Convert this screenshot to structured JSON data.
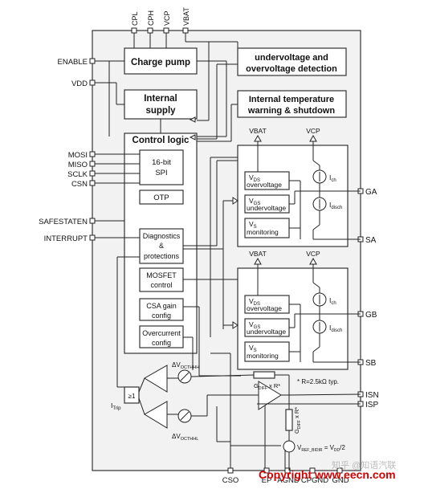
{
  "pins_top": [
    "CPL",
    "CPH",
    "VCP",
    "VBAT"
  ],
  "pins_left": [
    "ENABLE",
    "VDD",
    "MOSI",
    "MISO",
    "SCLK",
    "CSN",
    "SAFESTATEN",
    "INTERRUPT"
  ],
  "pins_right": [
    "GA",
    "SA",
    "GB",
    "SB",
    "ISN",
    "ISP"
  ],
  "pins_bottom": [
    "CSO",
    "EP",
    "AGND",
    "CPGND",
    "GND"
  ],
  "blocks": {
    "charge_pump": "Charge pump",
    "uv_ov_line1": "undervoltage  and",
    "uv_ov_line2": "overvoltage detection",
    "internal_supply_line1": "Internal",
    "internal_supply_line2": "supply",
    "temp_line1": "Internal temperature",
    "temp_line2": "warning & shutdown",
    "control_logic": "Control logic",
    "spi_line1": "16-bit",
    "spi_line2": "SPI",
    "otp": "OTP",
    "diag_line1": "Diagnostics",
    "diag_line2": "&",
    "diag_line3": "protections",
    "mosfet_line1": "MOSFET",
    "mosfet_line2": "control",
    "csa_line1": "CSA gain",
    "csa_line2": "config",
    "oc_line1": "Overcurrent",
    "oc_line2": "config"
  },
  "driver_a": {
    "vbat": "VBAT",
    "vcp": "VCP",
    "vds_1": "V",
    "vds_sub": "DS",
    "vds_2": "overvoltage",
    "vgs_1": "V",
    "vgs_sub": "GS",
    "vgs_2": "undervoltage",
    "vs_1": "V",
    "vs_sub": "S",
    "vs_2": "monitoring",
    "ich": "I",
    "ich_sub": "ch",
    "idisch": "I",
    "idisch_sub": "disch"
  },
  "driver_b": {
    "vbat": "VBAT",
    "vcp": "VCP",
    "vds_1": "V",
    "vds_sub": "DS",
    "vds_2": "overvoltage",
    "vgs_1": "V",
    "vgs_sub": "GS",
    "vgs_2": "undervoltage",
    "vs_1": "V",
    "vs_sub": "S",
    "vs_2": "monitoring",
    "ich": "I",
    "ich_sub": "ch",
    "idisch": "I",
    "idisch_sub": "disch"
  },
  "analog": {
    "ge1": "≥1",
    "itrip": "I",
    "itrip_sub": "Trip",
    "voct_hh": "ΔV",
    "voct_hh_sub": "OCTHHH",
    "voct_hl": "ΔV",
    "voct_hl_sub": "OCTHHL",
    "gdiff_r_top": "G",
    "gdiff_r_top_sub": "DIFF",
    "gdiff_r_top_tail": " x R*",
    "gdiff_r_side": "G",
    "gdiff_r_side_sub": "DIFF",
    "gdiff_r_side_tail": " x R*",
    "r_note": "* R=2.5kΩ typ.",
    "vref_1": "V",
    "vref_sub": "REF_BIDIR",
    "vref_2": " = V",
    "vref_sub2": "DD",
    "vref_3": "/2"
  },
  "watermark": "Copyright www.eecn.com",
  "watermark_cn": "知乎 @知语汽联"
}
